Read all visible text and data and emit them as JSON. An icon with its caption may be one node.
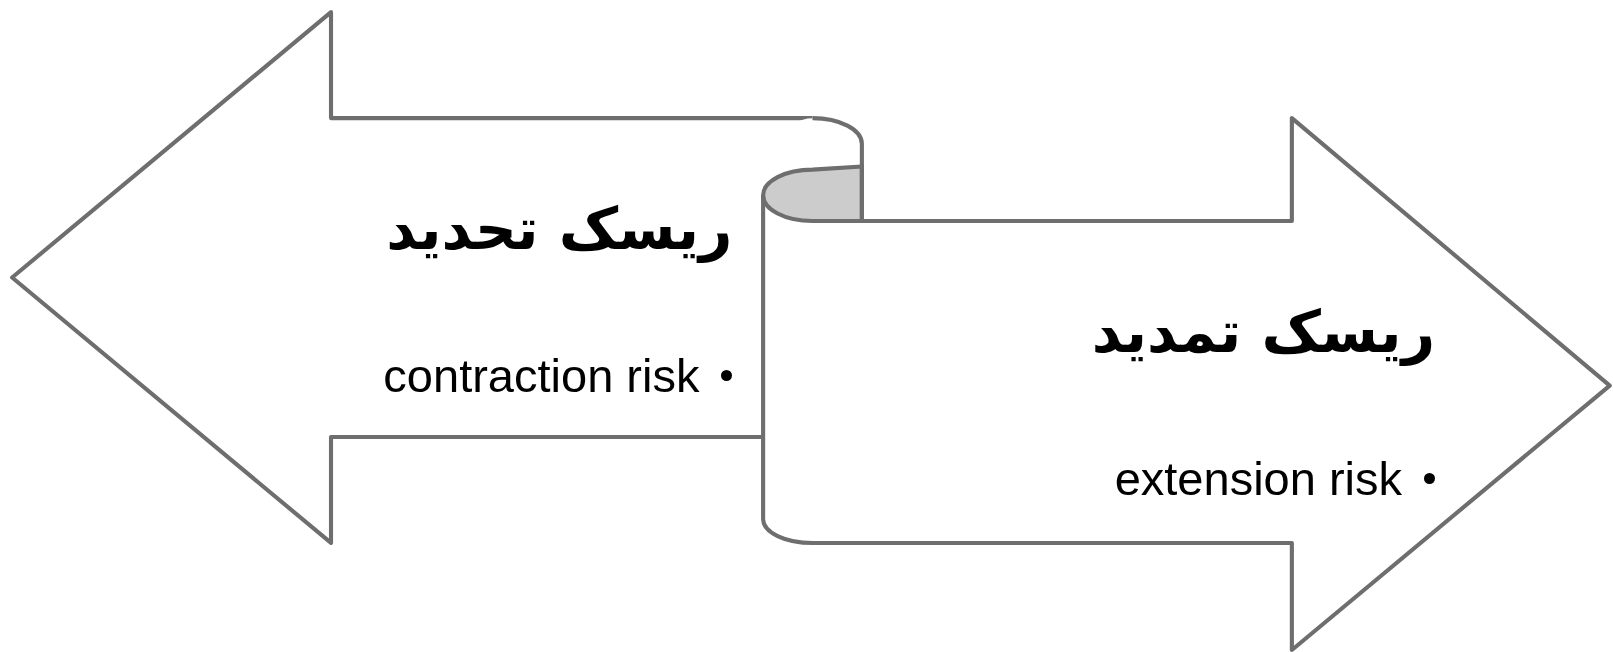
{
  "diagram": {
    "nodes": [
      {
        "text": [
          "ریسک تحدید",
          "contraction risk"
        ]
      },
      {
        "text": [
          "ریسک تمدید",
          "extension risk"
        ]
      }
    ]
  }
}
